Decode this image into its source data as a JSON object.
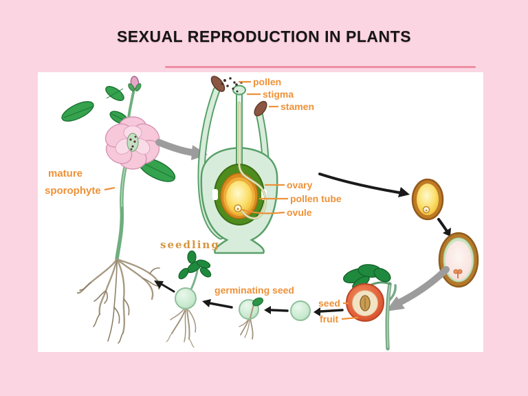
{
  "title": "SEXUAL REPRODUCTION IN PLANTS",
  "labels": {
    "pollen": "pollen",
    "stigma": "stigma",
    "stamen": "stamen",
    "ovary": "ovary",
    "pollen_tube": "pollen tube",
    "ovule": "ovule",
    "mature1": "mature",
    "mature2": "sporophyte",
    "seedling": "seedling",
    "germinating_seed": "germinating seed",
    "seed": "seed",
    "fruit": "fruit"
  },
  "colors": {
    "background": "#FBD5E2",
    "panel": "#FFFFFF",
    "label_orange": "#EE9138",
    "seedling_label": "#D8953E",
    "title_text": "#161616",
    "accent_line": "#E9758F",
    "arrow_black": "#1A1A1A",
    "arrow_gray": "#9C9C9C"
  }
}
